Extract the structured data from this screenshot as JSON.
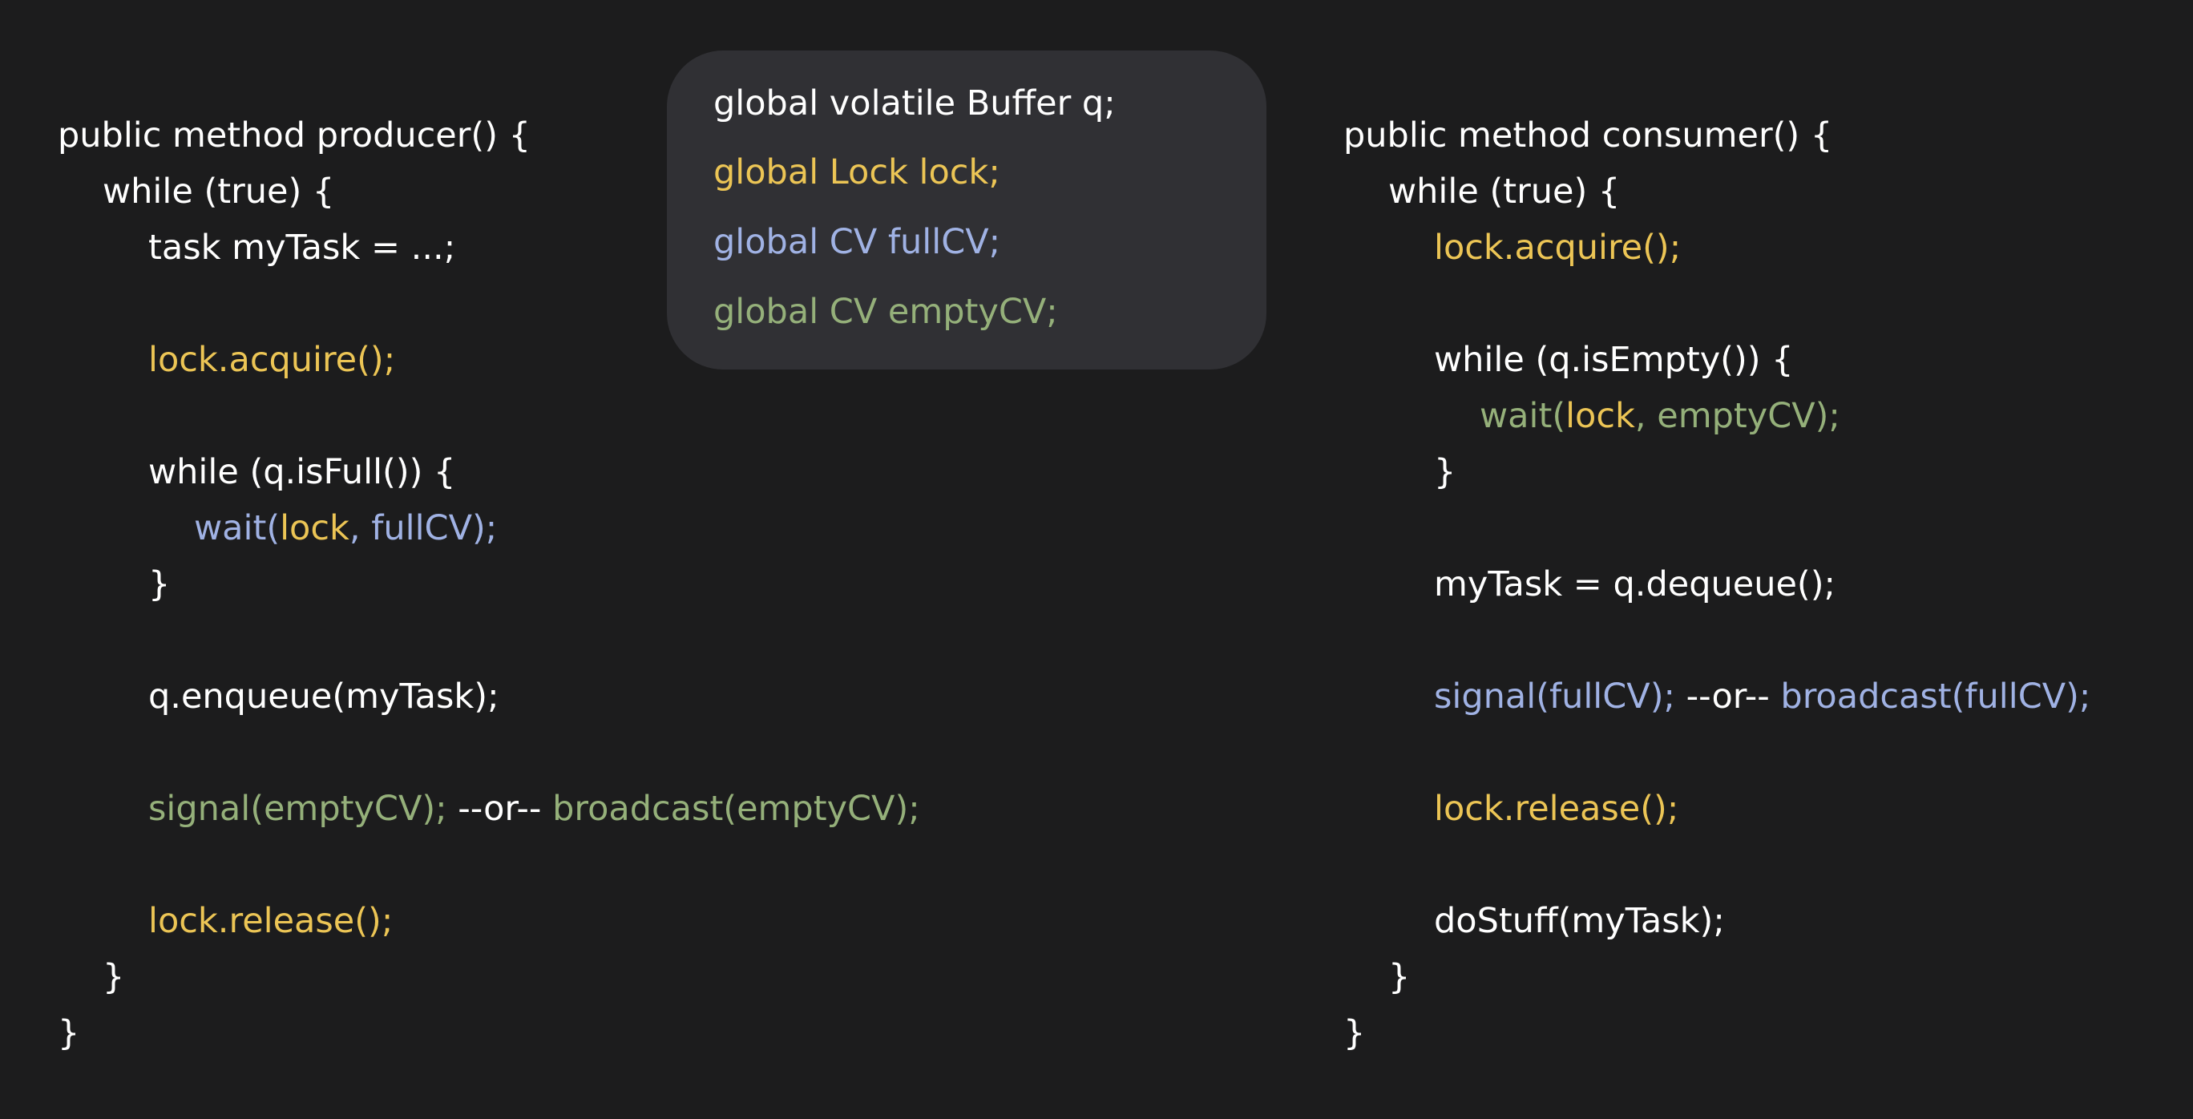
{
  "colors": {
    "background": "#1c1c1d",
    "panel": "#303034",
    "plain": "#ffffff",
    "lock": "#ecc555",
    "full_cv": "#a0b2e4",
    "empty_cv": "#95b07a"
  },
  "globals": {
    "buffer": "global volatile Buffer q;",
    "lock": "global Lock lock;",
    "full_cv": "global CV fullCV;",
    "empty_cv": "global CV emptyCV;"
  },
  "producer": {
    "signature": "public method producer() {",
    "loop": "while (true) {",
    "task": "task myTask = ...;",
    "acquire": "lock.acquire();",
    "while_full": "while (q.isFull()) {",
    "wait_prefix": "wait(",
    "wait_lock": "lock",
    "wait_suffix": ", fullCV);",
    "close_inner": "}",
    "enqueue": "q.enqueue(myTask);",
    "signal": "signal(emptyCV);",
    "or": " --or-- ",
    "broadcast": "broadcast(emptyCV);",
    "release": "lock.release();",
    "close_loop": "}",
    "close_method": "}"
  },
  "consumer": {
    "signature": "public method consumer() {",
    "loop": "while (true) {",
    "acquire": "lock.acquire();",
    "while_empty": "while (q.isEmpty()) {",
    "wait_prefix": "wait(",
    "wait_lock": "lock",
    "wait_suffix": ", emptyCV);",
    "close_inner": "}",
    "dequeue": "myTask = q.dequeue();",
    "signal": "signal(fullCV);",
    "or": " --or-- ",
    "broadcast": "broadcast(fullCV);",
    "release": "lock.release();",
    "do_stuff": "doStuff(myTask);",
    "close_loop": "}",
    "close_method": "}"
  }
}
